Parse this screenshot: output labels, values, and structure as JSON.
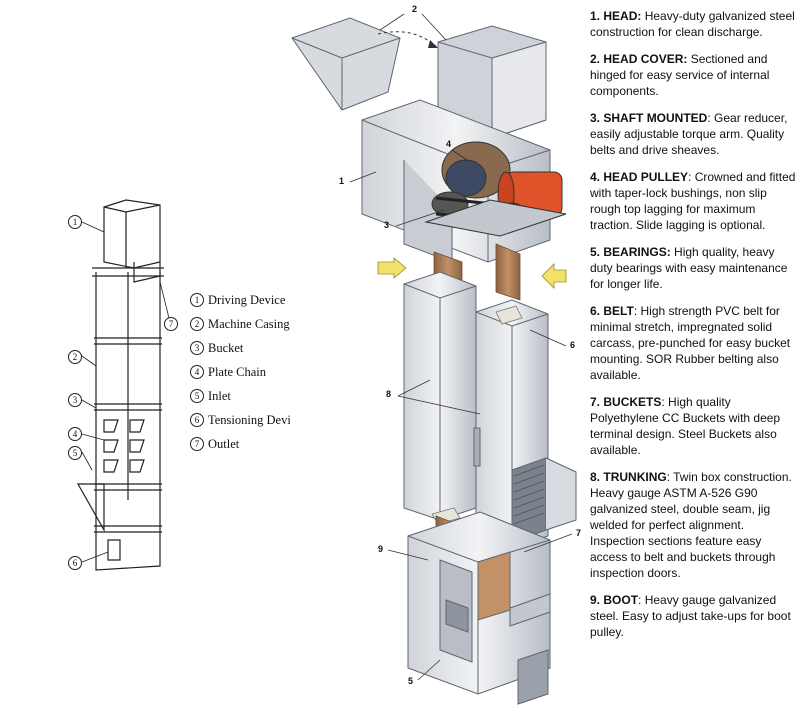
{
  "legend": {
    "items": [
      {
        "num": "1",
        "label": "Driving Device"
      },
      {
        "num": "2",
        "label": "Machine Casing"
      },
      {
        "num": "3",
        "label": "Bucket"
      },
      {
        "num": "4",
        "label": "Plate Chain"
      },
      {
        "num": "5",
        "label": "Inlet"
      },
      {
        "num": "6",
        "label": "Tensioning Device"
      },
      {
        "num": "7",
        "label": "Outlet"
      }
    ]
  },
  "left_callouts": [
    "1",
    "7",
    "2",
    "3",
    "4",
    "5",
    "6"
  ],
  "main_callouts": [
    "2",
    "1",
    "4",
    "3",
    "8",
    "6",
    "9",
    "7",
    "5"
  ],
  "specs": [
    {
      "num": "1.",
      "title": "HEAD:",
      "text": "Heavy-duty galvanized steel construction for clean discharge."
    },
    {
      "num": "2.",
      "title": "HEAD COVER:",
      "text": "Sectioned and hinged for easy service of internal components."
    },
    {
      "num": "3.",
      "title": "SHAFT MOUNTED",
      "text": ": Gear reducer, easily adjustable torque arm. Quality belts and drive sheaves."
    },
    {
      "num": "4.",
      "title": "HEAD PULLEY",
      "text": ": Crowned and fitted with taper-lock bushings, non slip rough top lagging for maximum traction. Slide lagging is optional."
    },
    {
      "num": "5.",
      "title": "BEARINGS:",
      "text": "High quality, heavy duty bearings with easy maintenance for longer life."
    },
    {
      "num": "6.",
      "title": "BELT",
      "text": ": High strength PVC belt for minimal stretch, impregnated solid carcass, pre-punched for easy bucket mounting. SOR Rubber belting also available."
    },
    {
      "num": "7.",
      "title": "BUCKETS",
      "text": ": High quality Polyethylene CC Buckets with deep terminal design. Steel Buckets also available."
    },
    {
      "num": "8.",
      "title": "TRUNKING",
      "text": ": Twin box construction. Heavy gauge ASTM A-526 G90 galvanized steel, double seam, jig welded for perfect alignment. Inspection sections feature easy access to belt and buckets through inspection doors."
    },
    {
      "num": "9.",
      "title": "BOOT",
      "text": ": Heavy gauge galvanized steel. Easy to adjust take-ups for boot pulley."
    }
  ],
  "colors": {
    "steel_light": "#e4e7eb",
    "steel_mid": "#c3c8cf",
    "steel_dark": "#8e959e",
    "belt_brown": "#a9794f",
    "motor_orange": "#e0522a",
    "arrow_yellow": "#f3e26a"
  }
}
